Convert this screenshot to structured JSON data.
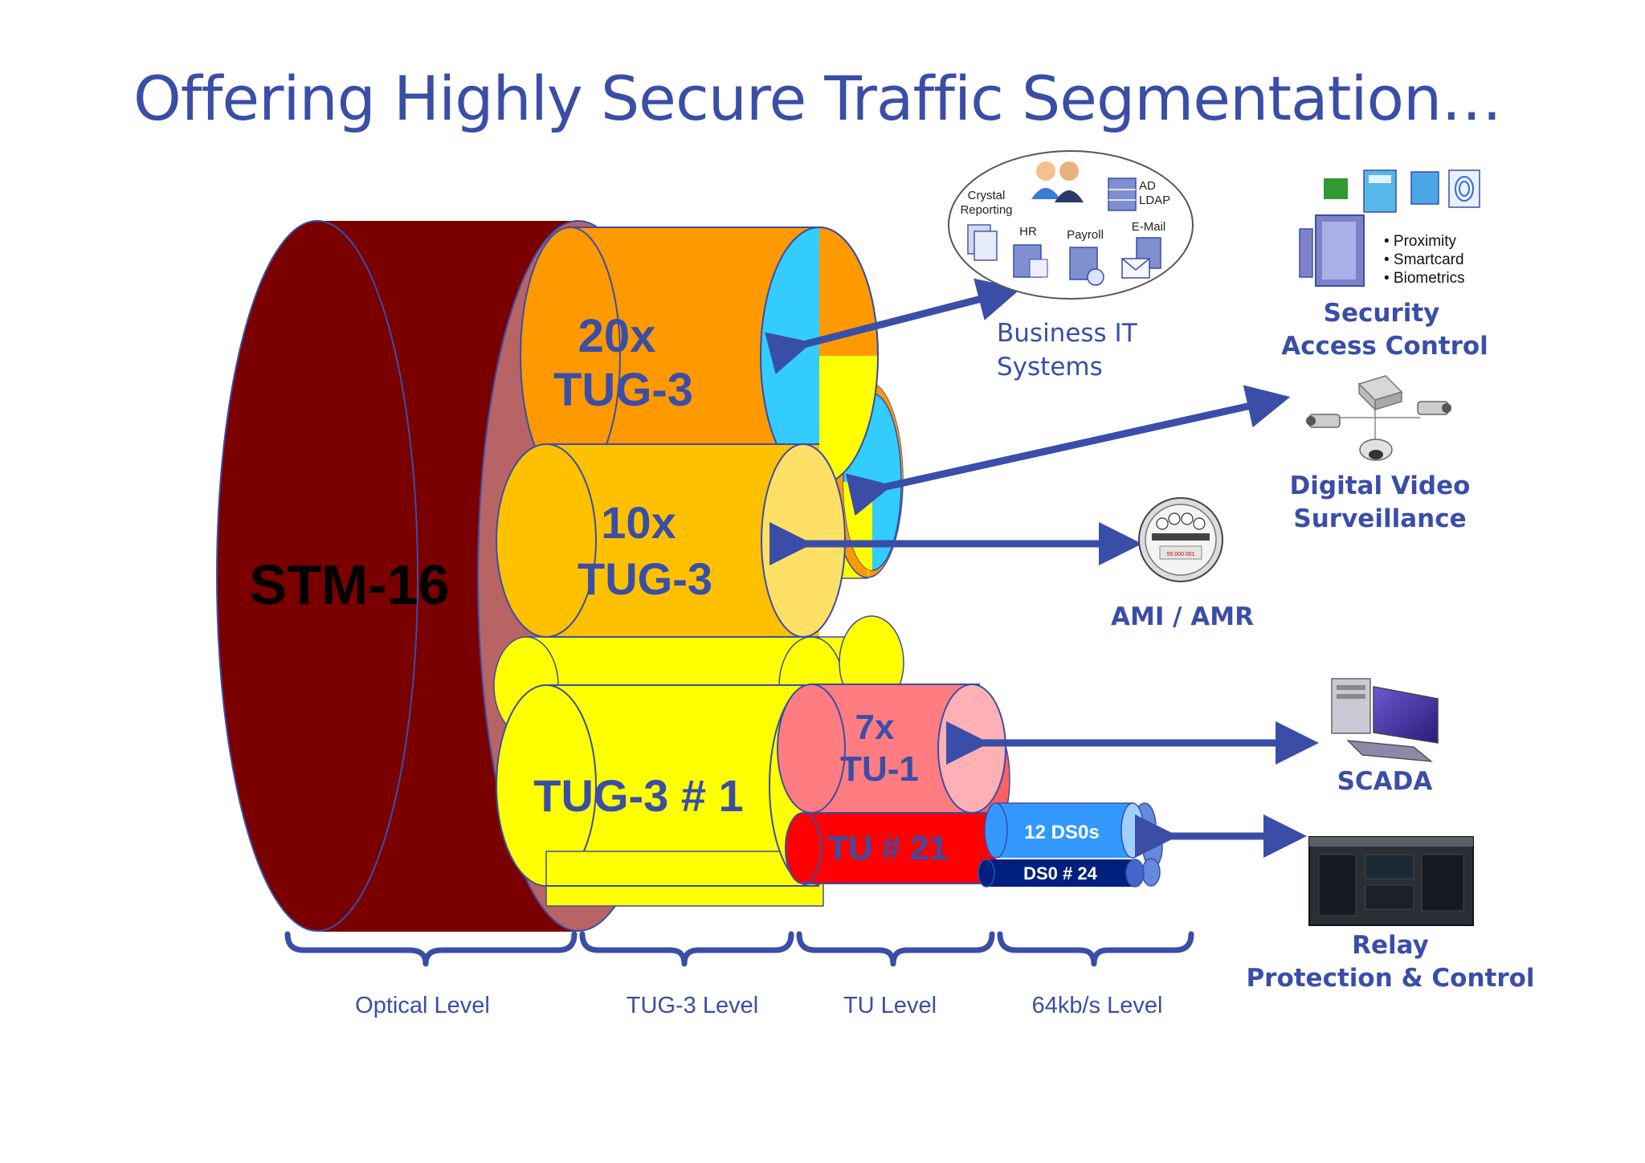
{
  "title": "Offering Highly Secure Traffic Segmentation…",
  "cylinders": {
    "stm16": "STM-16",
    "tug3_20x_line1": "20x",
    "tug3_20x_line2": "TUG-3",
    "tug3_10x_line1": "10x",
    "tug3_10x_line2": "TUG-3",
    "tug3_1": "TUG-3 # 1",
    "tu1_line1": "7x",
    "tu1_line2": "TU-1",
    "tu21": "TU # 21",
    "ds0_12": "12 DS0s",
    "ds0_24": "DS0 # 24"
  },
  "levels": [
    "Optical Level",
    "TUG-3 Level",
    "TU Level",
    "64kb/s Level"
  ],
  "business_it": {
    "items": {
      "crystal_line1": "Crystal",
      "crystal_line2": "Reporting",
      "ad_line1": "AD",
      "ad_line2": "LDAP",
      "hr": "HR",
      "payroll": "Payroll",
      "email": "E-Mail"
    },
    "label_line1": "Business  IT",
    "label_line2": "Systems"
  },
  "security": {
    "bullets": [
      "• Proximity",
      "• Smartcard",
      "• Biometrics"
    ],
    "label_line1": "Security",
    "label_line2": "Access Control"
  },
  "video": {
    "label_line1": "Digital Video",
    "label_line2": "Surveillance"
  },
  "ami": {
    "label": "AMI / AMR",
    "meter_text": "55 000 001"
  },
  "scada": {
    "label": "SCADA"
  },
  "relay": {
    "label_line1": "Relay",
    "label_line2": "Protection & Control"
  },
  "colors": {
    "stm16": "#7a0000",
    "tug20": "#ff9900",
    "tug10": "#ffc000",
    "tug1": "#ffff00",
    "tu1": "#ff7c80",
    "tu21": "#ff0000",
    "ds0_12": "#3399ff",
    "ds0_24": "#002080",
    "accent": "#3a4ea8"
  }
}
